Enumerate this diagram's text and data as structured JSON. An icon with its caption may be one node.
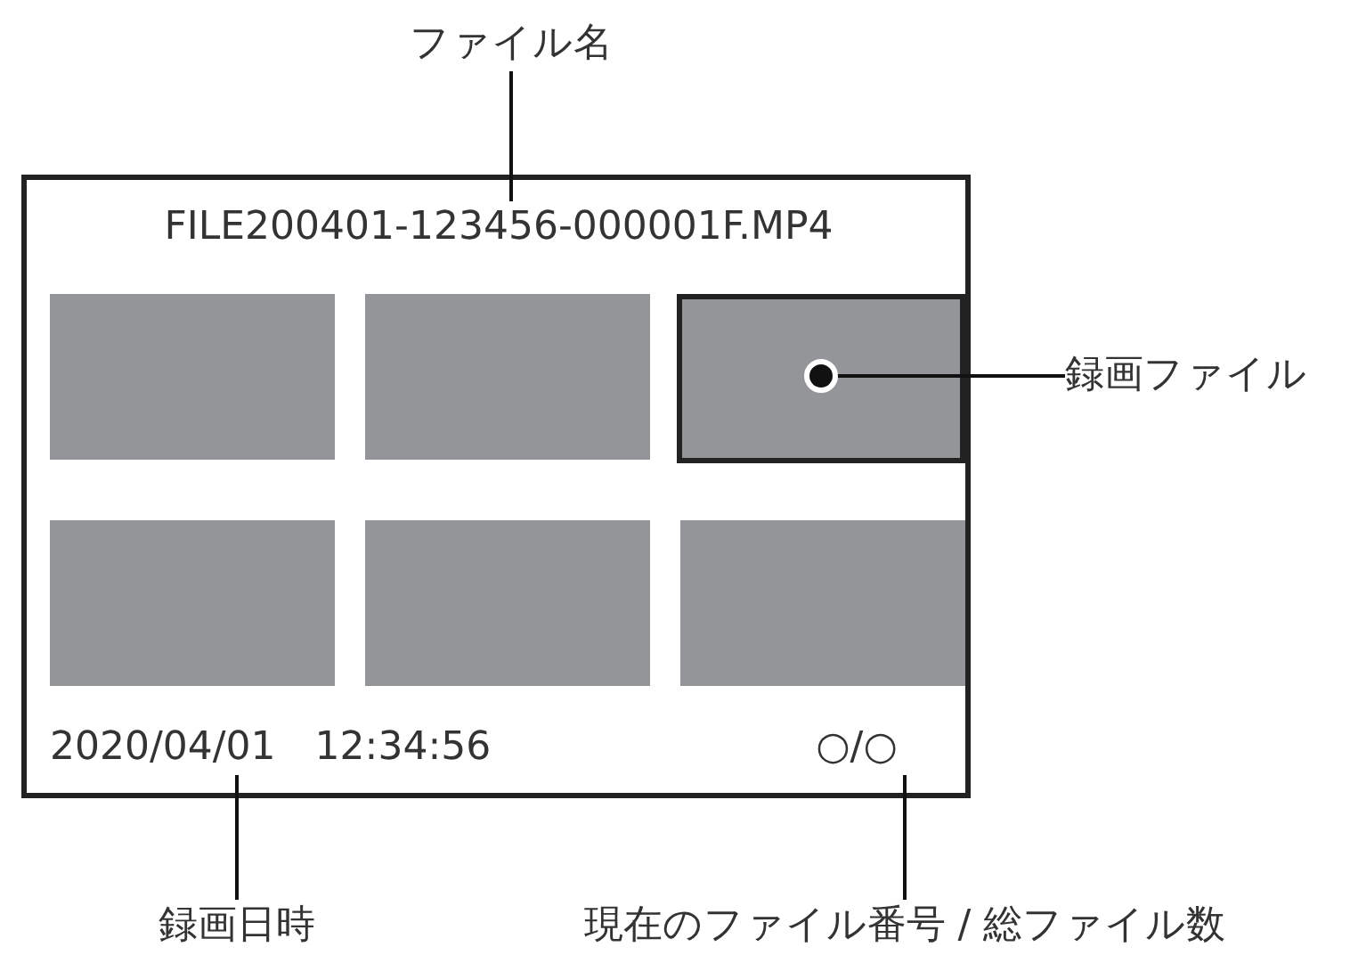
{
  "diagram": {
    "nodes": [
      {
        "text": [],
        "shape": "box"
      },
      {
        "text": [
          "FILE200401-123456-000001F.MP4"
        ],
        "in": 0
      },
      {
        "text": [],
        "shape": "box",
        "in": 0
      },
      {
        "text": [],
        "shape": "box",
        "in": 0
      },
      {
        "text": [],
        "shape": "box",
        "in": 0
      },
      {
        "text": [],
        "shape": "box",
        "in": 0
      },
      {
        "text": [],
        "shape": "box",
        "in": 0
      },
      {
        "text": [],
        "shape": "box",
        "in": 0
      },
      {
        "text": [
          "2020/04/01　12:34:56"
        ],
        "in": 0
      },
      {
        "text": [
          "○/○"
        ],
        "in": 0
      },
      {
        "text": [
          "ファイル名"
        ]
      },
      {
        "text": [
          "録画ファイル"
        ]
      },
      {
        "text": [
          "録画日時"
        ]
      },
      {
        "text": [
          "現在のファイル番号 / 総ファイル数"
        ]
      }
    ],
    "edges": [
      {
        "from": 10,
        "to": 1,
        "arrow": "none"
      },
      {
        "from": 11,
        "to": 4,
        "arrow": "other"
      },
      {
        "from": 12,
        "to": 8,
        "arrow": "none"
      },
      {
        "from": 13,
        "to": 9,
        "arrow": "none"
      }
    ]
  }
}
